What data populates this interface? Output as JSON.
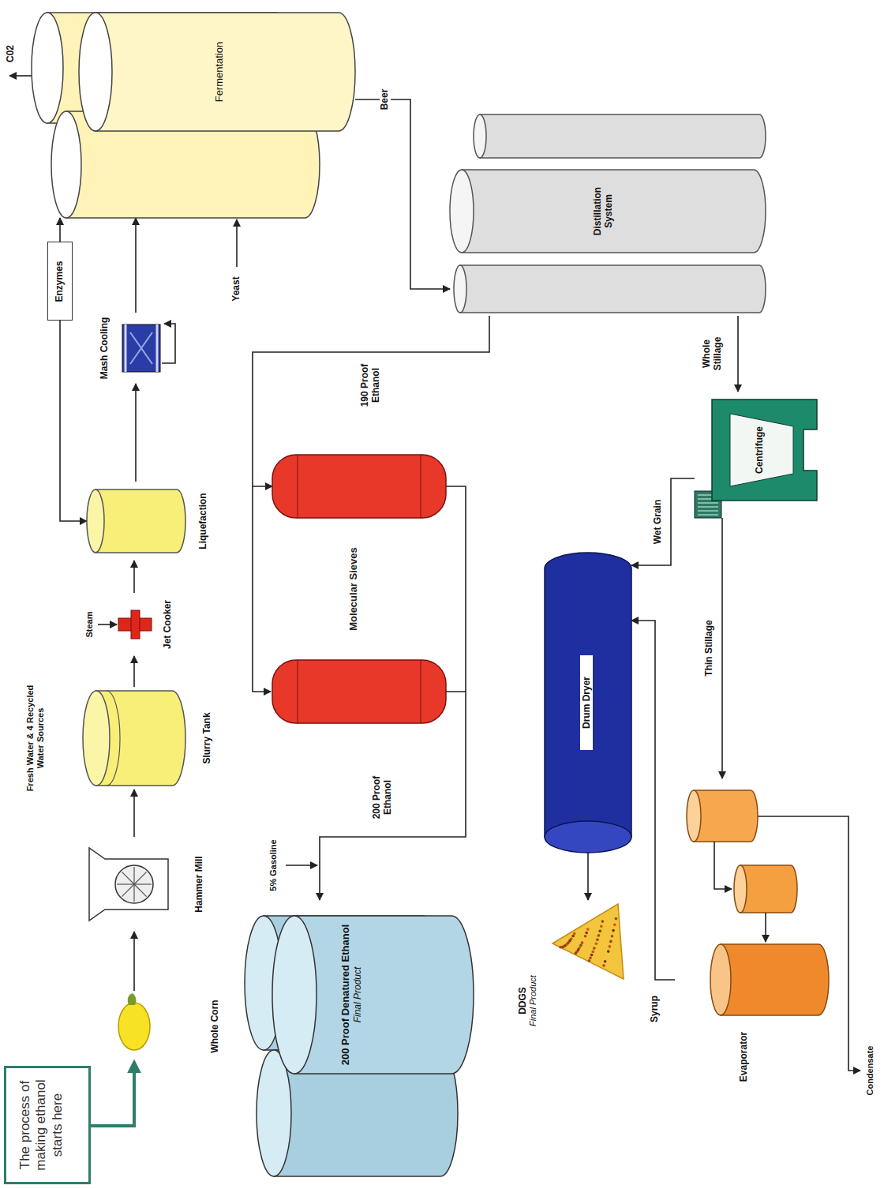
{
  "diagram": {
    "nodes": [
      {
        "text": [
          "The process of making ethanol starts here"
        ]
      },
      {
        "text": [
          "Whole Corn"
        ]
      },
      {
        "text": [
          "Hammer Mill"
        ]
      },
      {
        "text": [
          "Slurry Tank"
        ]
      },
      {
        "text": [
          "Jet Cooker"
        ]
      },
      {
        "text": [
          "Liquefaction"
        ]
      },
      {
        "text": [
          "Enzymes"
        ]
      },
      {
        "text": [
          "Mash Cooling"
        ]
      },
      {
        "text": [
          "Fermentation"
        ]
      },
      {
        "text": [
          "Distillation System"
        ]
      },
      {
        "text": [
          "Molecular Sieves"
        ]
      },
      {
        "text": [
          "200 Proof Denatured Ethanol",
          "Final Product"
        ]
      },
      {
        "text": [
          "Centrifuge"
        ]
      },
      {
        "text": [
          "Drum Dryer"
        ]
      },
      {
        "text": [
          "DDGS",
          "Final Product"
        ]
      },
      {
        "text": [
          "Evaporator"
        ]
      }
    ],
    "edges": [
      {
        "from": 0,
        "to": 1,
        "arrow": "to"
      },
      {
        "from": 1,
        "to": 2,
        "arrow": "to"
      },
      {
        "from": 2,
        "to": 3,
        "arrow": "to"
      },
      {
        "from": 3,
        "to": 4,
        "arrow": "to"
      },
      {
        "from": 4,
        "to": 5,
        "arrow": "to"
      },
      {
        "from": 6,
        "to": 5,
        "arrow": "to"
      },
      {
        "from": 6,
        "to": 8,
        "arrow": "to"
      },
      {
        "from": 5,
        "to": 7,
        "arrow": "to"
      },
      {
        "from": 7,
        "to": 8,
        "arrow": "to"
      },
      {
        "from": 8,
        "to": 9,
        "label": "Beer",
        "arrow": "to"
      },
      {
        "from": 9,
        "to": 10,
        "label": "190 Proof Ethanol",
        "arrow": "to"
      },
      {
        "from": 10,
        "to": 11,
        "label": "200 Proof Ethanol",
        "arrow": "to"
      },
      {
        "from": 9,
        "to": 12,
        "label": "Whole Stillage",
        "arrow": "to"
      },
      {
        "from": 12,
        "to": 13,
        "label": "Wet Grain",
        "arrow": "to"
      },
      {
        "from": 12,
        "to": 15,
        "label": "Thin Stillage",
        "arrow": "to"
      },
      {
        "from": 15,
        "to": 13,
        "label": "Syrup",
        "arrow": "to"
      },
      {
        "from": 13,
        "to": 14,
        "arrow": "to"
      }
    ],
    "labels": [
      "Fresh Water & 4 Recycled Water Sources",
      "Steam",
      "C02",
      "Yeast",
      "5% Gasoline",
      "Condensate"
    ]
  }
}
